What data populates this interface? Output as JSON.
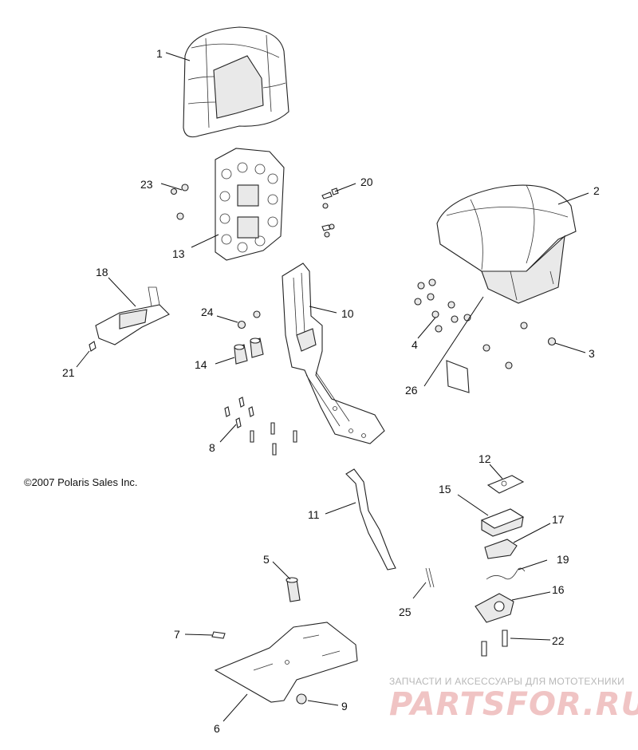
{
  "copyright": "©2007 Polaris Sales Inc.",
  "watermark": {
    "tagline": "ЗАПЧАСТИ И АКСЕССУАРЫ ДЛЯ МОТОТЕХНИКИ",
    "brand": "PARTSFOR.RU"
  },
  "callouts": {
    "c1": "1",
    "c2": "2",
    "c3": "3",
    "c4": "4",
    "c5": "5",
    "c6": "6",
    "c7": "7",
    "c8": "8",
    "c9": "9",
    "c10": "10",
    "c11": "11",
    "c12": "12",
    "c13": "13",
    "c14": "14",
    "c15": "15",
    "c16": "16",
    "c17": "17",
    "c18": "18",
    "c19": "19",
    "c20": "20",
    "c21": "21",
    "c22": "22",
    "c23": "23",
    "c24": "24",
    "c25": "25",
    "c26": "26"
  }
}
